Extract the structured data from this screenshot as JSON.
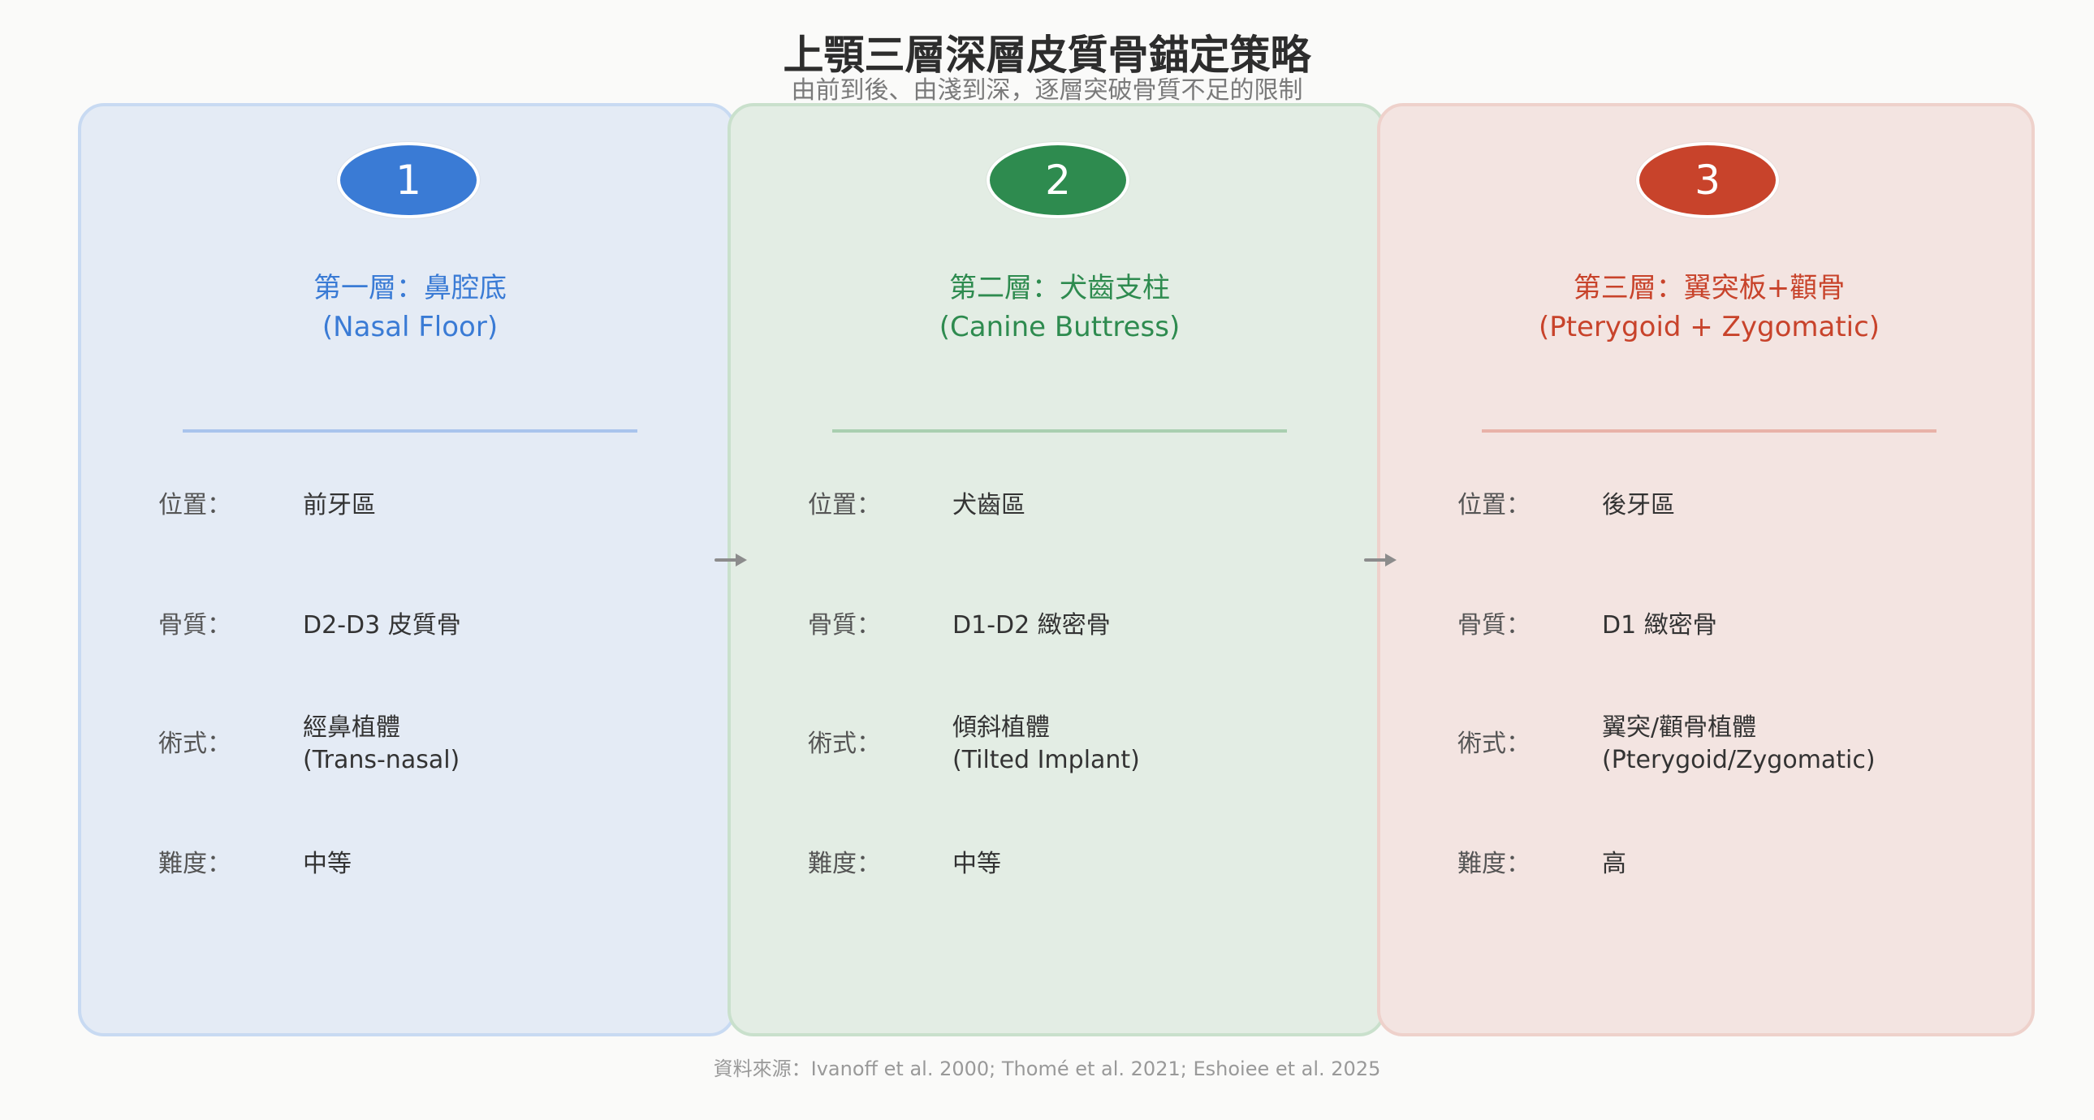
{
  "title": "上顎三層深層皮質骨錨定策略",
  "subtitle": "由前到後、由淺到深，逐層突破骨質不足的限制",
  "labels": {
    "location": "位置：",
    "bone": "骨質：",
    "technique": "術式：",
    "difficulty": "難度："
  },
  "layers": [
    {
      "number": "1",
      "title_zh": "第一層：鼻腔底",
      "title_en": "(Nasal Floor)",
      "location": "前牙區",
      "bone": "D2-D3 皮質骨",
      "technique_zh": "經鼻植體",
      "technique_en": "(Trans-nasal)",
      "difficulty": "中等",
      "accent": "#3a7bd5",
      "bg": "#e4ebf5",
      "border": "#c8daf2",
      "rule": "#a9c4ec"
    },
    {
      "number": "2",
      "title_zh": "第二層：犬齒支柱",
      "title_en": "(Canine Buttress)",
      "location": "犬齒區",
      "bone": "D1-D2 緻密骨",
      "technique_zh": "傾斜植體",
      "technique_en": "(Tilted Implant)",
      "difficulty": "中等",
      "accent": "#2e8b4f",
      "bg": "#e3ede4",
      "border": "#c9e0cc",
      "rule": "#a9cfb0"
    },
    {
      "number": "3",
      "title_zh": "第三層：翼突板+顴骨",
      "title_en": "(Pterygoid + Zygomatic)",
      "location": "後牙區",
      "bone": "D1 緻密骨",
      "technique_zh": "翼突/顴骨植體",
      "technique_en": "(Pterygoid/Zygomatic)",
      "difficulty": "高",
      "accent": "#c8432b",
      "bg": "#f3e4e1",
      "border": "#eed1cb",
      "rule": "#e8b2a8"
    }
  ],
  "source": "資料來源：Ivanoff et al. 2000; Thomé et al. 2021; Eshoiee et al. 2025"
}
